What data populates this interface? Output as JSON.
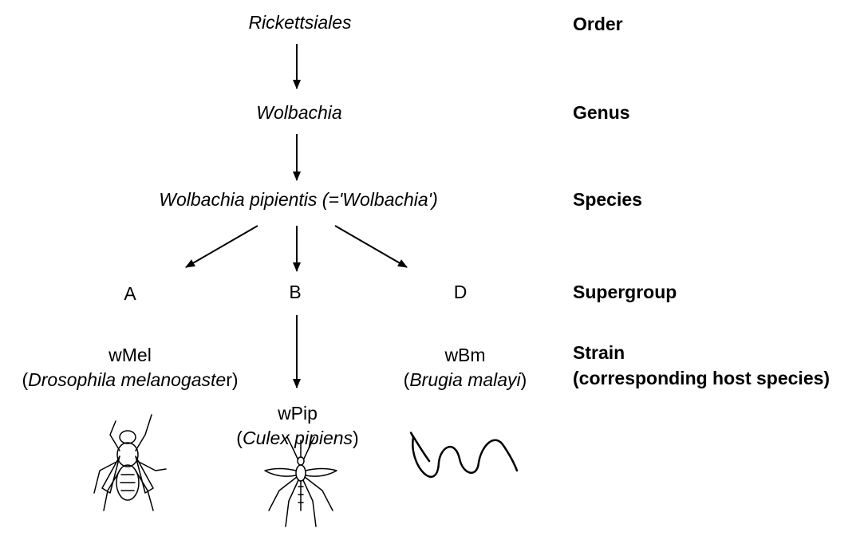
{
  "taxonomy": {
    "order": "Rickettsiales",
    "genus": "Wolbachia",
    "species": "Wolbachia pipientis (='Wolbachia')"
  },
  "ranks": {
    "order": "Order",
    "genus": "Genus",
    "species": "Species",
    "supergroup": "Supergroup",
    "strain_line1": "Strain",
    "strain_line2": "(corresponding host species)"
  },
  "supergroups": {
    "a": "A",
    "b": "B",
    "d": "D"
  },
  "strains": {
    "a": {
      "name": "wMel",
      "host_open": "(",
      "host": "Drosophila melanogaste",
      "host_tail": "r)"
    },
    "b": {
      "name": "wPip",
      "host_open": "(",
      "host": "Culex pipiens",
      "host_tail": ")"
    },
    "d": {
      "name": "wBm",
      "host_open": "(",
      "host": "Brugia malayi",
      "host_tail": ")"
    }
  },
  "icons": [
    "fly-icon",
    "mosquito-icon",
    "worm-icon"
  ]
}
